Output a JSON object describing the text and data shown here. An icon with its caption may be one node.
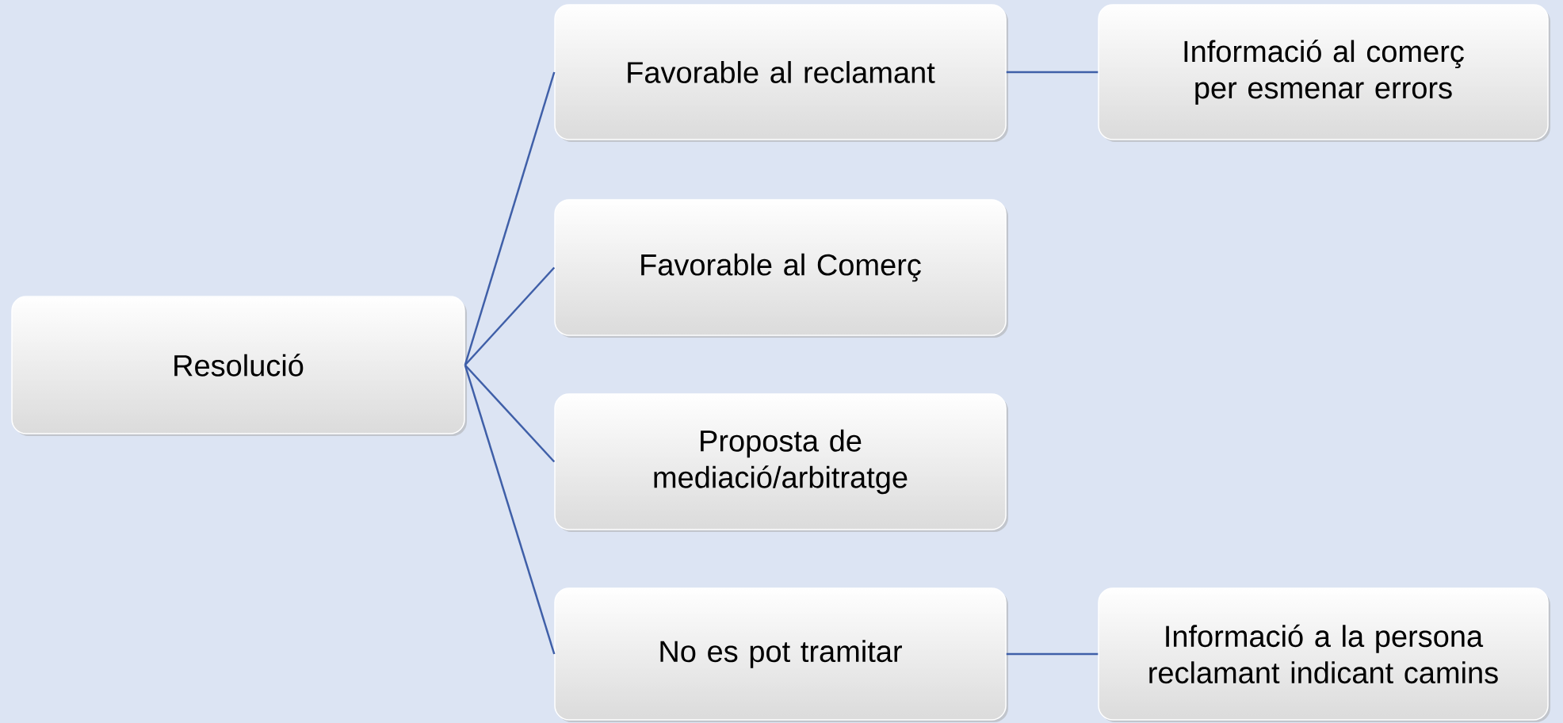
{
  "diagram": {
    "nodes": [
      {
        "text": [
          "Resolució"
        ]
      },
      {
        "text": [
          "Favorable al reclamant"
        ]
      },
      {
        "text": [
          "Favorable al Comerç"
        ]
      },
      {
        "text": [
          "Proposta de mediació/arbitratge"
        ]
      },
      {
        "text": [
          "No es pot tramitar"
        ]
      },
      {
        "text": [
          "Informació al comerç per esmenar errors"
        ]
      },
      {
        "text": [
          "Informació a la persona reclamant indicant camins"
        ]
      }
    ],
    "edges": [
      {
        "from": 0,
        "to": 1,
        "arrow": "none"
      },
      {
        "from": 0,
        "to": 2,
        "arrow": "none"
      },
      {
        "from": 0,
        "to": 3,
        "arrow": "none"
      },
      {
        "from": 0,
        "to": 4,
        "arrow": "none"
      },
      {
        "from": 1,
        "to": 5,
        "arrow": "none"
      },
      {
        "from": 4,
        "to": 6,
        "arrow": "none"
      }
    ]
  }
}
